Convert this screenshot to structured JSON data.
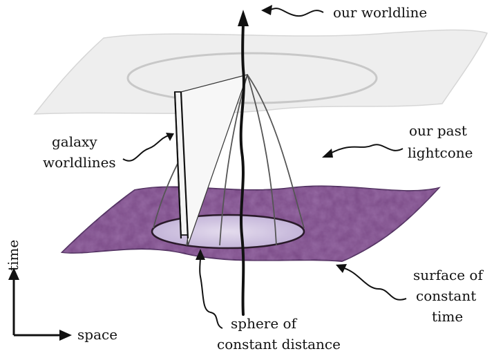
{
  "labels": {
    "our_worldline": "our worldline",
    "galaxy_line1": "galaxy",
    "galaxy_line2": "worldlines",
    "lightcone_line1": "our past",
    "lightcone_line2": "lightcone",
    "surface_line1": "surface of",
    "surface_line2": "constant",
    "surface_line3": "time",
    "sphere_line1": "sphere of",
    "sphere_line2": "constant distance",
    "axis_time": "time",
    "axis_space": "space"
  },
  "colors": {
    "upper_sheet": "#eeeeee",
    "upper_sheet_edge": "#d6d6d6",
    "lower_sheet": "#7a4a86",
    "lower_sheet_dark": "#4b2a5a",
    "disc": "#d9d2ea",
    "ink": "#111111"
  }
}
